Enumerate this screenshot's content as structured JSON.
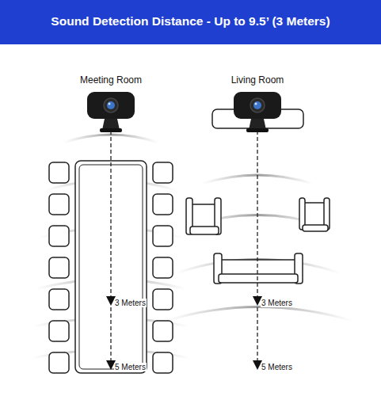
{
  "diagram": {
    "title": "Sound Detection Distance - Up to 9.5’ (3 Meters)",
    "labels": [
      "Meeting Room",
      "Living Room",
      "3 Meters",
      "5 Meters",
      "3 Meters",
      "5 Meters"
    ]
  }
}
